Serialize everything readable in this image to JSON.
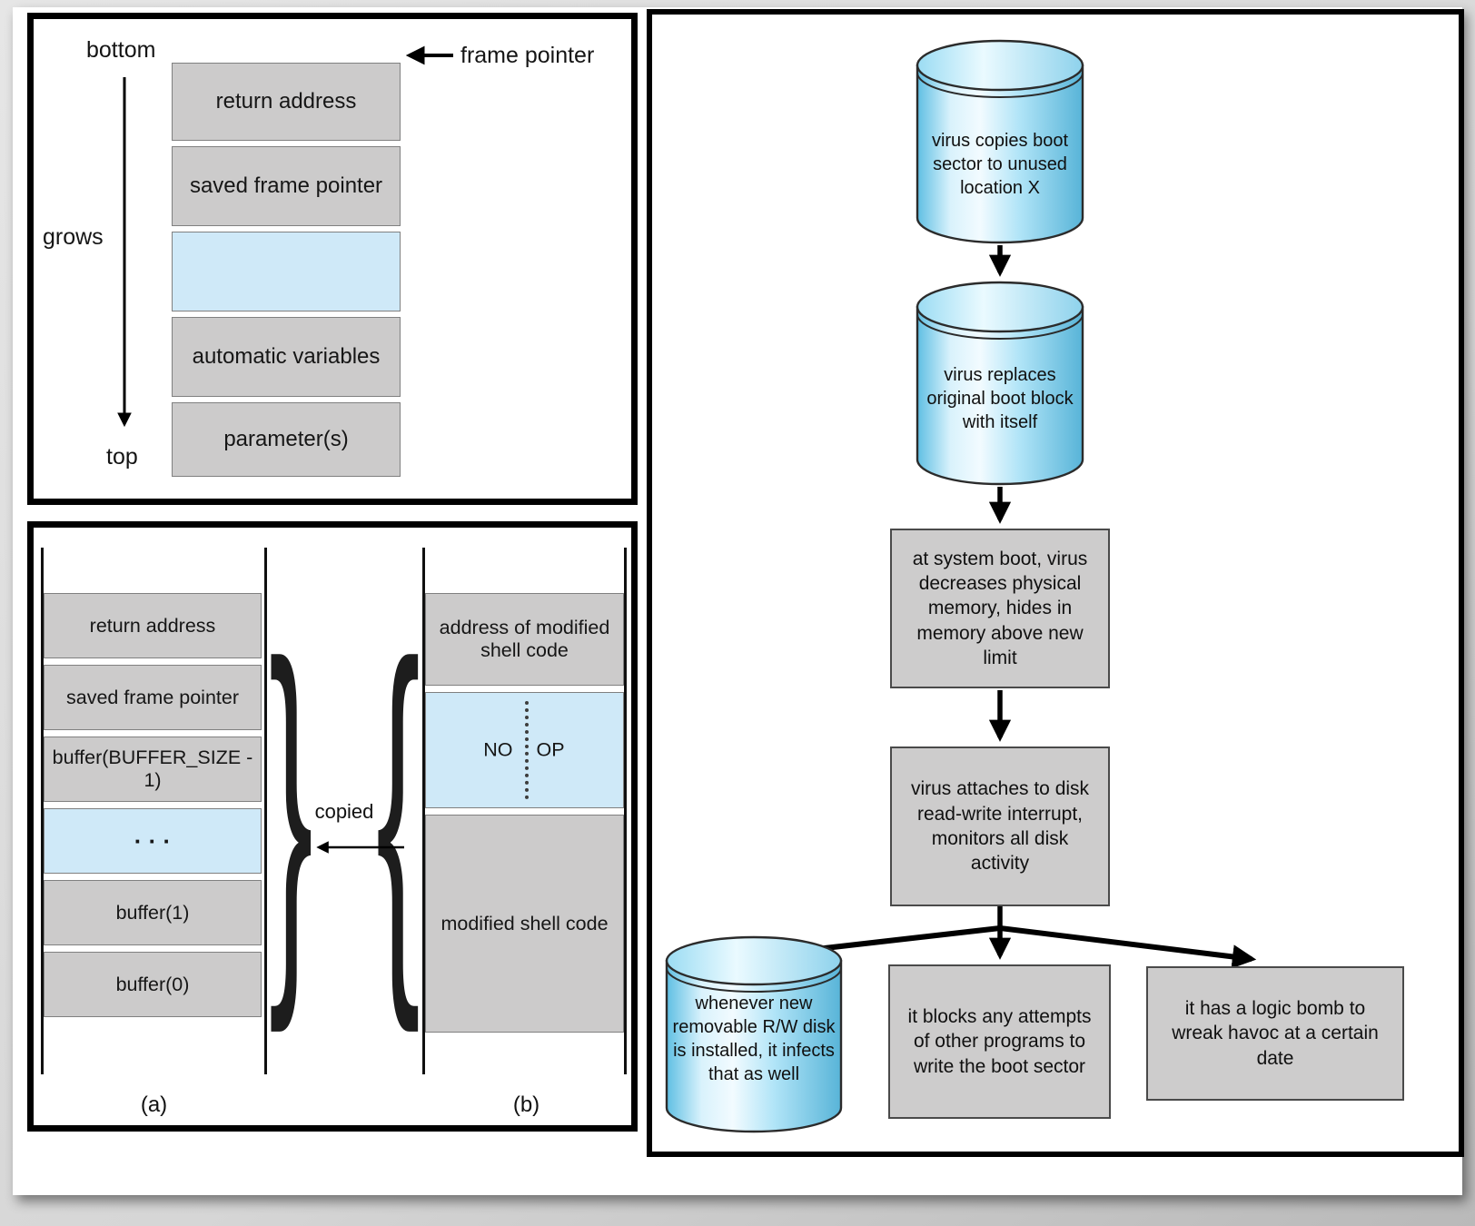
{
  "stack_frame_panel": {
    "bottom_label": "bottom",
    "grows_label": "grows",
    "top_label": "top",
    "frame_pointer_label": "frame pointer",
    "rows": [
      {
        "label": "return address",
        "type": "gray"
      },
      {
        "label": "saved frame pointer",
        "type": "gray"
      },
      {
        "label": "",
        "type": "blue"
      },
      {
        "label": "automatic variables",
        "type": "gray"
      },
      {
        "label": "parameter(s)",
        "type": "gray"
      }
    ]
  },
  "buffer_overflow_panel": {
    "copied_label": "copied",
    "brace_a": "}",
    "brace_b": "{",
    "stack_a": {
      "caption": "(a)",
      "rows": [
        {
          "label": "return address",
          "type": "gray"
        },
        {
          "label": "saved frame pointer",
          "type": "gray"
        },
        {
          "label": "buffer(BUFFER_SIZE - 1)",
          "type": "gray"
        },
        {
          "label": "· · ·",
          "type": "blue"
        },
        {
          "label": "buffer(1)",
          "type": "gray"
        },
        {
          "label": "buffer(0)",
          "type": "gray"
        }
      ]
    },
    "stack_b": {
      "caption": "(b)",
      "rows": [
        {
          "label": "address of modified shell code",
          "type": "gray"
        },
        {
          "no_left": "NO",
          "no_right": "OP",
          "type": "blue-noop"
        },
        {
          "label": "modified shell code",
          "type": "gray"
        }
      ]
    }
  },
  "virus_flowchart": {
    "nodes": [
      {
        "shape": "cylinder",
        "text": "virus copies boot sector to unused location X"
      },
      {
        "shape": "cylinder",
        "text": "virus replaces original boot block with itself"
      },
      {
        "shape": "rect",
        "text": "at system boot, virus decreases physical memory, hides in memory above new limit"
      },
      {
        "shape": "rect",
        "text": "virus attaches to disk read-write interrupt, monitors all disk activity"
      },
      {
        "shape": "cylinder",
        "text": "whenever new removable R/W disk is installed, it infects that as well"
      },
      {
        "shape": "rect",
        "text": "it blocks any attempts of other programs to write the boot sector"
      },
      {
        "shape": "rect",
        "text": "it has a logic bomb to wreak havoc at a certain date"
      }
    ]
  },
  "colors": {
    "box_gray": "#cccbcb",
    "box_blue": "#cfe9f8",
    "cylinder_blue": "#6cc6e7",
    "panel_border": "#000000",
    "arrow": "#000000"
  }
}
